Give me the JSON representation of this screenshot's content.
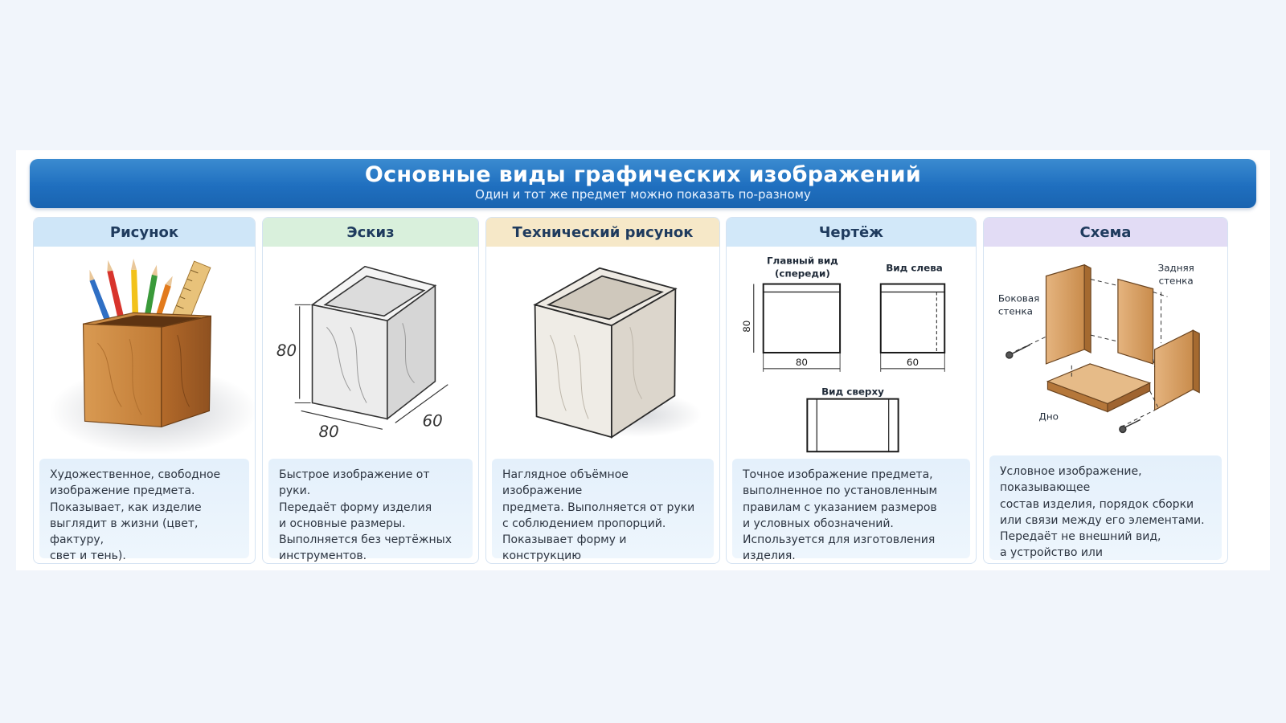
{
  "header": {
    "title": "Основные виды графических изображений",
    "subtitle": "Один и тот же предмет можно показать по-разному"
  },
  "panels": [
    {
      "title": "Рисунок",
      "description": "Художественное, свободное\nизображение предмета.\nПоказывает, как изделие\nвыглядит в жизни (цвет, фактуру,\nсвет и тень).",
      "header_color": "#cfe6f8"
    },
    {
      "title": "Эскиз",
      "description": "Быстрое изображение от руки.\nПередаёт форму изделия\nи основные размеры.\nВыполняется без чертёжных\nинструментов.",
      "header_color": "#d9f0dc",
      "dims": {
        "height": "80",
        "width": "80",
        "depth": "60"
      }
    },
    {
      "title": "Технический рисунок",
      "description": "Наглядное объёмное изображение\nпредмета. Выполняется от руки\nс соблюдением пропорций.\nПоказывает форму и конструкцию\nизделия.",
      "header_color": "#f6e8c8"
    },
    {
      "title": "Чертёж",
      "description": "Точное изображение предмета,\nвыполненное по установленным\nправилам с указанием размеров\nи условных обозначений.\nИспользуется для изготовления изделия.",
      "header_color": "#d2e8f9",
      "views": {
        "front": "Главный вид\n(спереди)",
        "left": "Вид слева",
        "top": "Вид сверху",
        "dim_height": "80",
        "dim_front_width": "80",
        "dim_left_width": "60"
      }
    },
    {
      "title": "Схема",
      "description": "Условное изображение, показывающее\nсостав изделия, порядок сборки\nили связи между его элементами.\nПередаёт не внешний вид,\nа устройство или последовательность\nдействий.",
      "header_color": "#e2dcf5",
      "labels": {
        "side_wall": "Боковая\nстенка",
        "back_wall": "Задняя\nстенка",
        "bottom": "Дно"
      }
    }
  ]
}
